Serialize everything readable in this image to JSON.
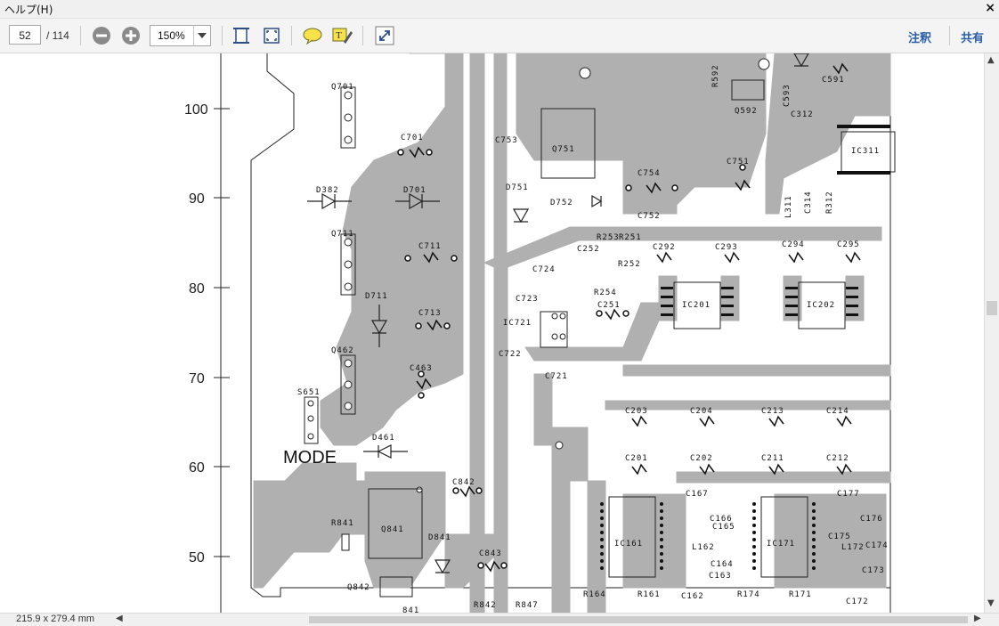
{
  "menu": {
    "help_label": "ヘルプ(H)",
    "close_label": "×"
  },
  "toolbar": {
    "current_page": "52",
    "page_total": "/ 114",
    "zoom": "150%",
    "annotate_label": "注釈",
    "share_label": "共有",
    "icons": [
      "zoom-out-icon",
      "zoom-in-icon",
      "fit-page-icon",
      "fit-width-icon",
      "comment-icon",
      "highlight-icon",
      "fullscreen-icon"
    ]
  },
  "document": {
    "ruler_labels": [
      "100",
      "90",
      "80",
      "70",
      "60",
      "50"
    ],
    "mode_label": "MODE",
    "component_labels": {
      "q701": "Q701",
      "c701": "C701",
      "d382": "D382",
      "d701": "D701",
      "q711": "Q711",
      "c711": "C711",
      "d711": "D711",
      "c713": "C713",
      "q462": "Q462",
      "c463": "C463",
      "s651": "S651",
      "d461": "D461",
      "q841": "Q841",
      "r841": "R841",
      "c842": "C842",
      "d841": "D841",
      "c843": "C843",
      "q842": "Q842",
      "r842": "R842",
      "r847": "R847",
      "n841": "841",
      "q751": "Q751",
      "c753": "C753",
      "d751": "D751",
      "d752": "D752",
      "c754": "C754",
      "c752": "C752",
      "c751": "C751",
      "q592": "Q592",
      "c591": "C591",
      "c312": "C312",
      "ic311": "IC311",
      "r592": "R592",
      "c593": "C593",
      "c252": "C252",
      "r253": "R253",
      "r251": "R251",
      "r252": "R252",
      "r254": "R254",
      "c251": "C251",
      "c724": "C724",
      "c723": "C723",
      "ic721": "IC721",
      "c722": "C722",
      "c721": "C721",
      "c292": "C292",
      "c293": "C293",
      "c294": "C294",
      "c295": "C295",
      "ic201": "IC201",
      "ic202": "IC202",
      "c203": "C203",
      "c204": "C204",
      "c213": "C213",
      "c214": "C214",
      "c201": "C201",
      "c202": "C202",
      "c211": "C211",
      "c212": "C212",
      "c167": "C167",
      "c177": "C177",
      "ic161": "IC161",
      "ic171": "IC171",
      "c166": "C166",
      "c165": "C165",
      "c164": "C164",
      "c163": "C163",
      "l162": "L162",
      "c176": "C176",
      "c175": "C175",
      "c174": "C174",
      "c173": "C173",
      "l172": "L172",
      "r164": "R164",
      "r161": "R161",
      "r174": "R174",
      "r171": "R171",
      "c162": "C162",
      "c172": "C172",
      "l311": "L311",
      "c314": "C314",
      "r312": "R312"
    }
  },
  "status": {
    "page_size": "215.9 x 279.4 mm"
  },
  "colors": {
    "trace": "#b0b0b0",
    "background": "#ffffff",
    "link": "#2a5ea8"
  }
}
